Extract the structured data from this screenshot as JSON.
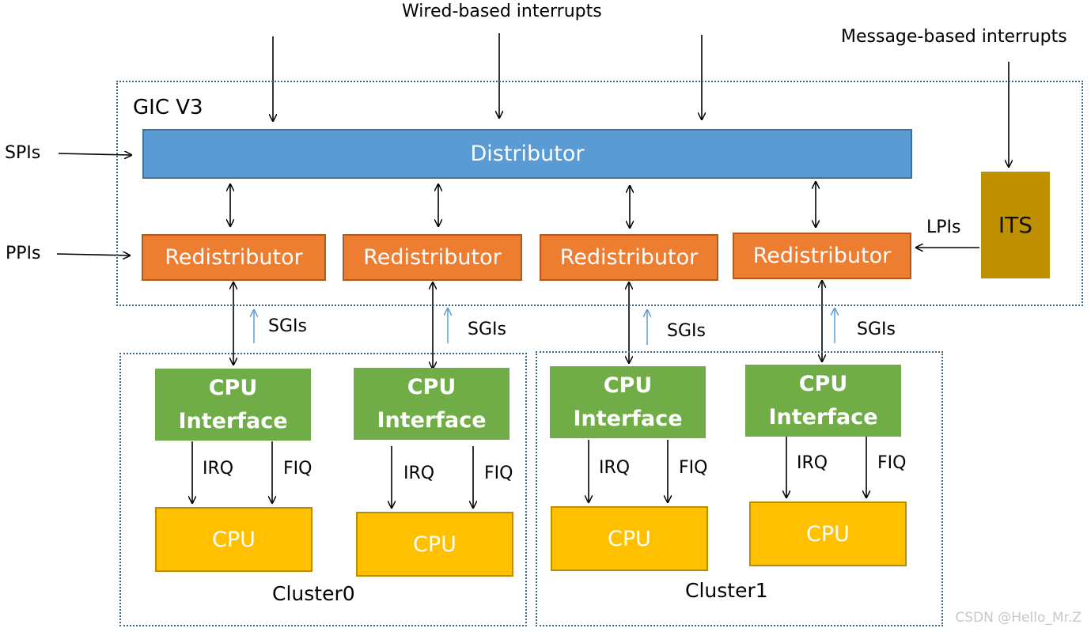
{
  "inputs": {
    "wired": "Wired-based interrupts",
    "message": "Message-based interrupts",
    "spis": "SPIs",
    "ppis": "PPIs"
  },
  "gic": {
    "title": "GIC V3",
    "distributor": "Distributor",
    "its": "ITS",
    "lpis": "LPIs",
    "redistributors": [
      "Redistributor",
      "Redistributor",
      "Redistributor",
      "Redistributor"
    ]
  },
  "sgi_label": "SGIs",
  "cpu_interface": {
    "line1": "CPU",
    "line2": "Interface"
  },
  "irq": "IRQ",
  "fiq": "FIQ",
  "cpu": "CPU",
  "clusters": [
    "Cluster0",
    "Cluster1"
  ],
  "watermark": "CSDN @Hello_Mr.Z"
}
